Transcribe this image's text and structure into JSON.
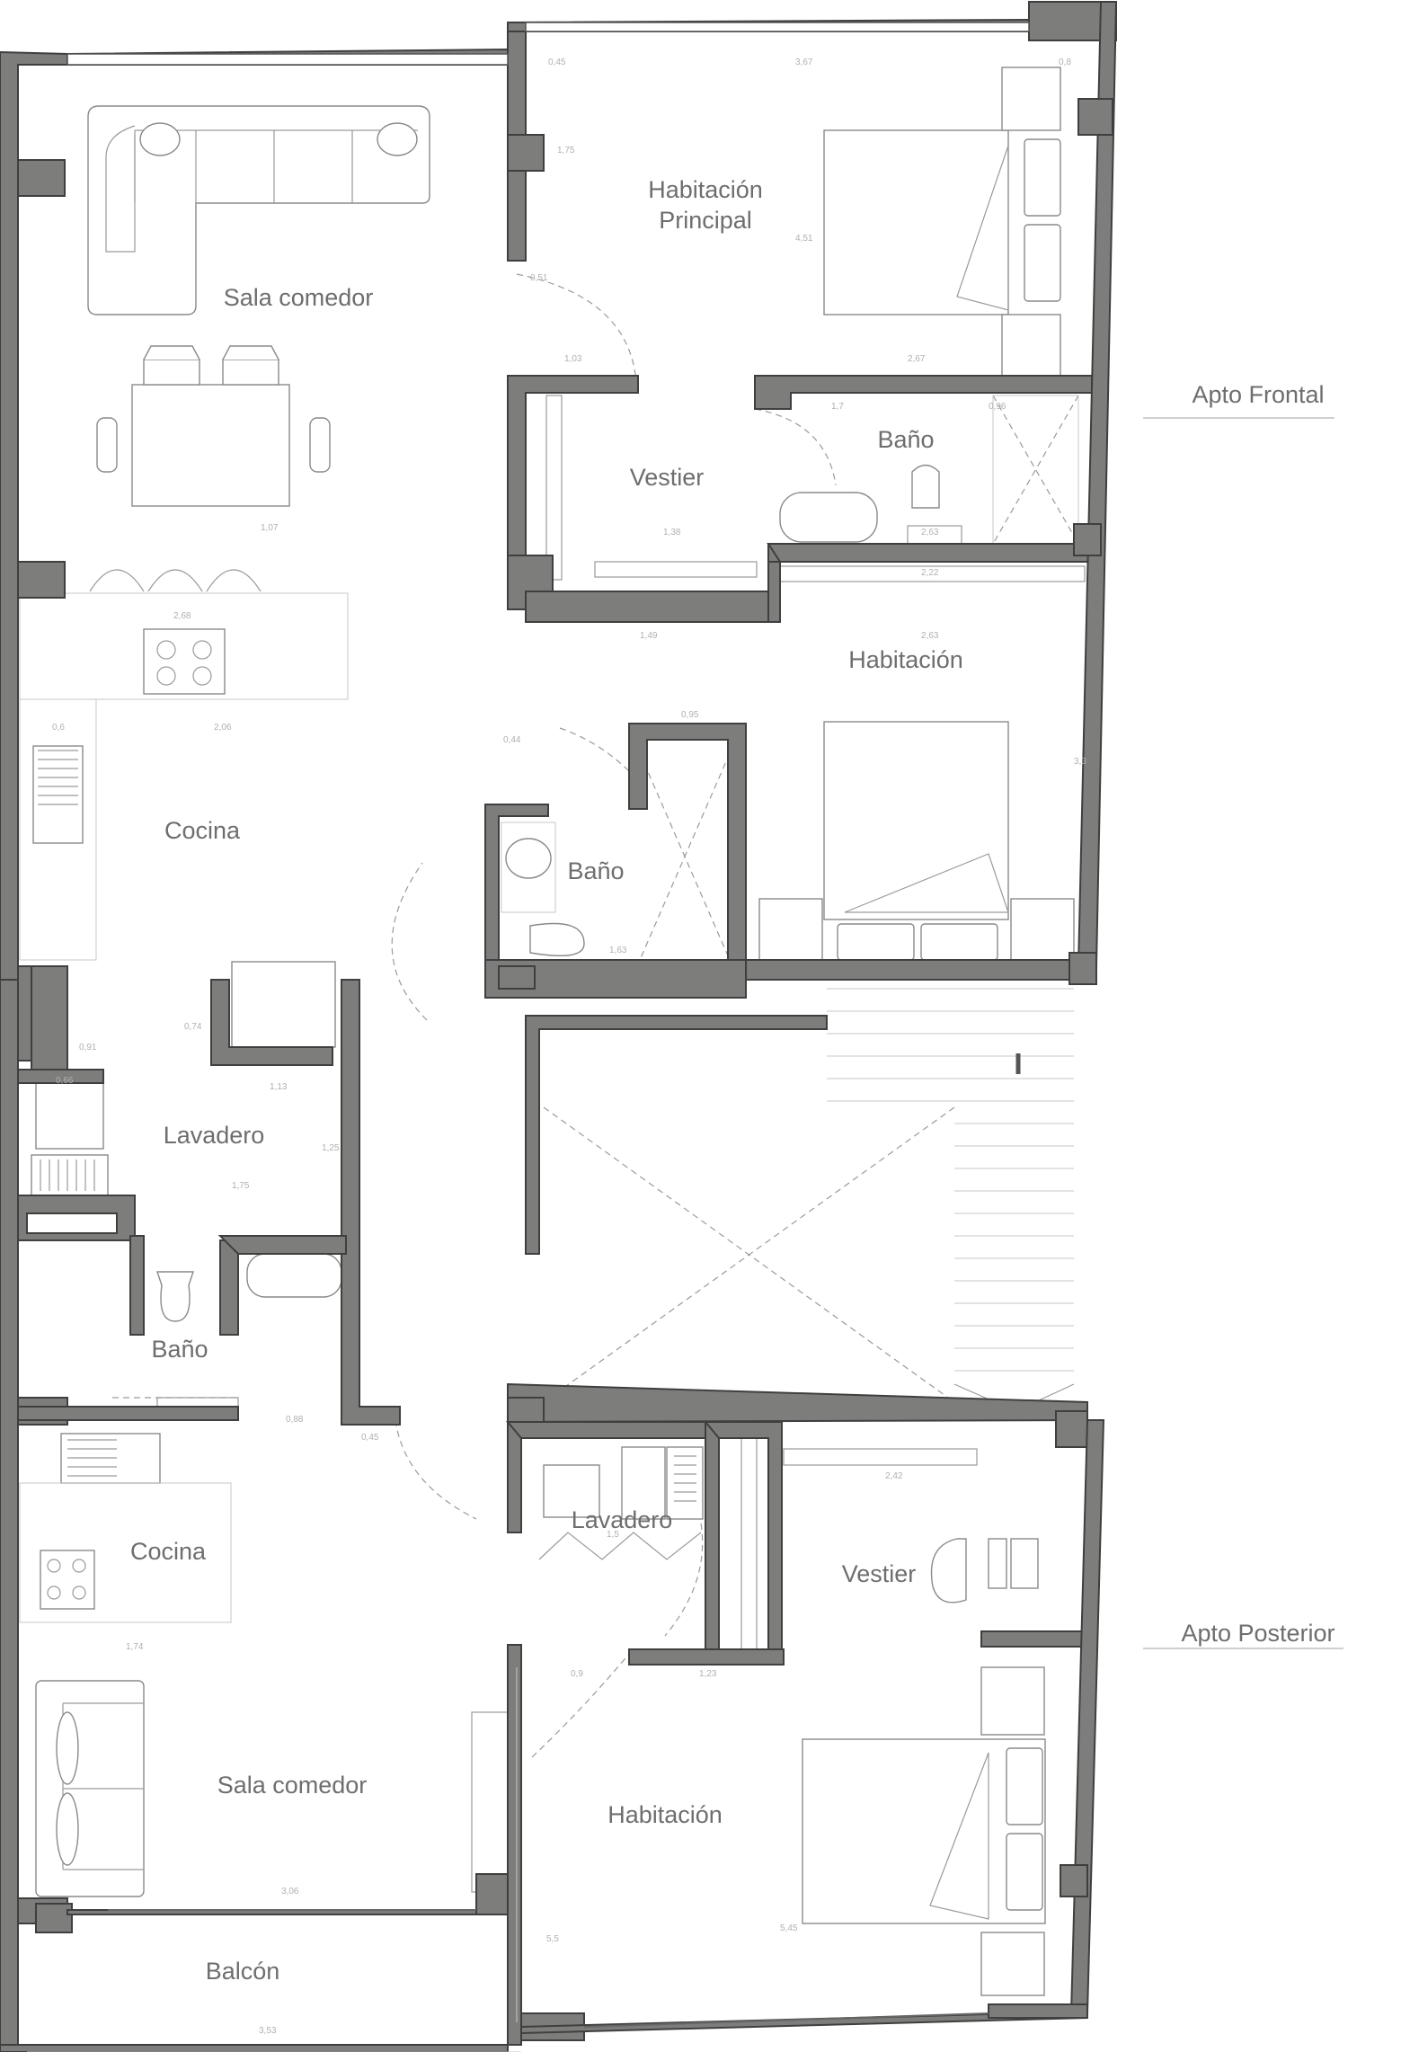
{
  "rooms": {
    "sala_comedor_frontal": "Sala comedor",
    "habitacion_principal_1": "Habitación",
    "habitacion_principal_2": "Principal",
    "vestier_frontal": "Vestier",
    "bano_principal": "Baño",
    "cocina_frontal": "Cocina",
    "habitacion_frontal": "Habitación",
    "bano_medio": "Baño",
    "lavadero_frontal": "Lavadero",
    "bano_servicio": "Baño",
    "cocina_posterior": "Cocina",
    "lavadero_posterior": "Lavadero",
    "vestier_posterior": "Vestier",
    "sala_comedor_posterior": "Sala comedor",
    "habitacion_posterior": "Habitación",
    "balcon": "Balcón"
  },
  "apartments": {
    "frontal": "Apto Frontal",
    "posterior": "Apto Posterior"
  },
  "dimensions": {
    "d01": "0,45",
    "d02": "3,67",
    "d03": "0,8",
    "d04": "1,75",
    "d05": "4,51",
    "d06": "2,67",
    "d07": "0,51",
    "d08": "1,03",
    "d09": "1,7",
    "d10": "0,96",
    "d11": "1,38",
    "d12": "2,63",
    "d13": "2,22",
    "d14": "1,49",
    "d15": "2,63",
    "d16": "2,68",
    "d17": "0,6",
    "d18": "2,06",
    "d19": "0,44",
    "d20": "0,95",
    "d21": "3,3",
    "d22": "1,07",
    "d23": "1,63",
    "d24": "0,74",
    "d25": "0,91",
    "d26": "0,66",
    "d27": "1,13",
    "d28": "1,25",
    "d29": "1,75",
    "d30": "0,88",
    "d31": "0,45",
    "d32": "0,9",
    "d33": "1,5",
    "d34": "2,42",
    "d35": "1,74",
    "d36": "1,23",
    "d37": "3,06",
    "d38": "5,5",
    "d39": "5,45",
    "d40": "3,53"
  },
  "colors": {
    "wall_fill": "#7d7d7b",
    "wall_stroke": "#3f3f3f",
    "furniture_line": "#8a8a8a",
    "label_text": "#6e6e6e"
  }
}
